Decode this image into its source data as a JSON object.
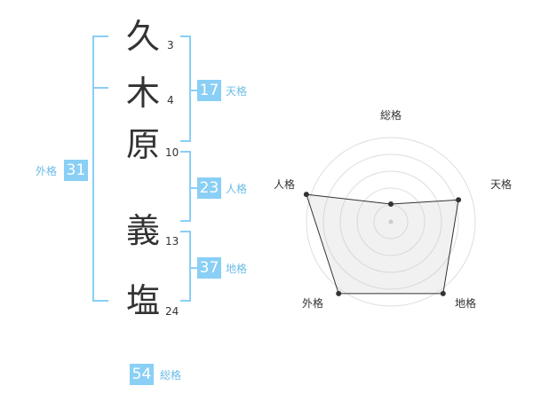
{
  "name": {
    "chars": [
      {
        "char": "久",
        "strokes": "3"
      },
      {
        "char": "木",
        "strokes": "4"
      },
      {
        "char": "原",
        "strokes": "10"
      },
      {
        "char": "義",
        "strokes": "13"
      },
      {
        "char": "塩",
        "strokes": "24"
      }
    ]
  },
  "fortunes": {
    "tenkaku": {
      "value": "17",
      "label": "天格"
    },
    "jinkaku": {
      "value": "23",
      "label": "人格"
    },
    "chikaku": {
      "value": "37",
      "label": "地格"
    },
    "gaikaku": {
      "value": "31",
      "label": "外格"
    },
    "soukaku": {
      "value": "54",
      "label": "総格"
    }
  },
  "colors": {
    "accent": "#8acff5",
    "label": "#6cbce8",
    "text": "#333333"
  },
  "chart_data": {
    "type": "radar",
    "axes": [
      "総格",
      "天格",
      "地格",
      "外格",
      "人格"
    ],
    "values": [
      1,
      4,
      5,
      5,
      5
    ],
    "range": [
      0,
      5
    ],
    "grid_rings": 5
  }
}
